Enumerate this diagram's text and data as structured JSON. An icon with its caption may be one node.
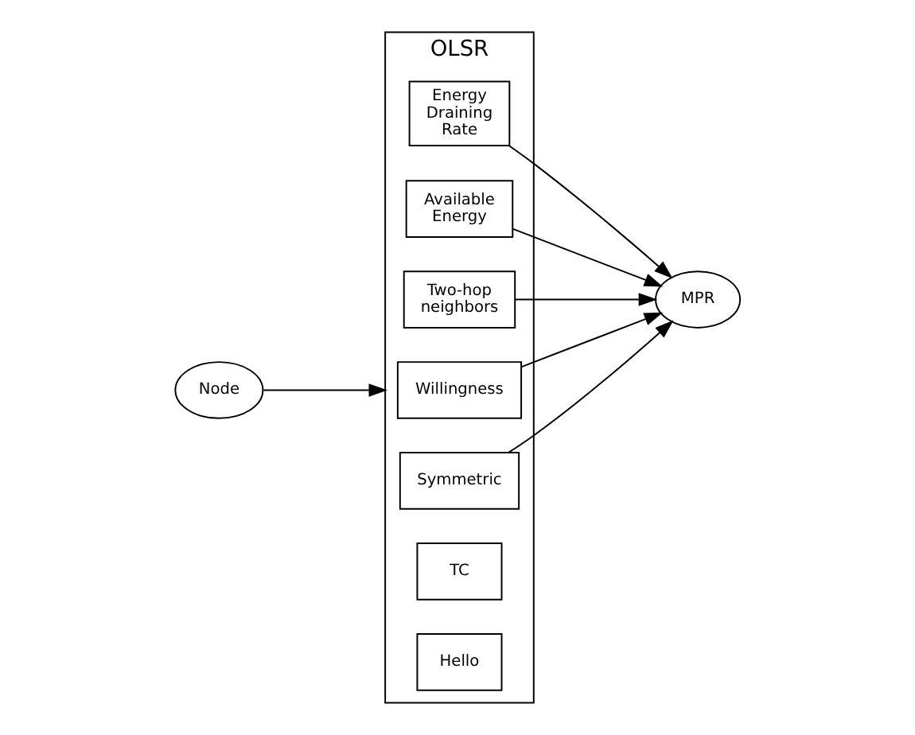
{
  "diagram": {
    "nodes": [
      {
        "text": [
          "OLSR"
        ]
      },
      {
        "text": [
          "Hello"
        ],
        "in": 0
      },
      {
        "text": [
          "TC"
        ],
        "in": 0
      },
      {
        "text": [
          "Symmetric"
        ],
        "in": 0
      },
      {
        "text": [
          "Willingness"
        ],
        "in": 0
      },
      {
        "text": [
          "Two-hop neighbors"
        ],
        "in": 0
      },
      {
        "text": [
          "Available Energy"
        ],
        "in": 0
      },
      {
        "text": [
          "Energy Draining Rate"
        ],
        "in": 0
      },
      {
        "text": [
          "Node"
        ]
      },
      {
        "text": [
          "MPR"
        ]
      }
    ],
    "edges": [
      {
        "from": 8,
        "to": 0,
        "arrow": "to"
      },
      {
        "from": 3,
        "to": 9,
        "arrow": "to"
      },
      {
        "from": 4,
        "to": 9,
        "arrow": "to"
      },
      {
        "from": 5,
        "to": 9,
        "arrow": "to"
      },
      {
        "from": 6,
        "to": 9,
        "arrow": "to"
      },
      {
        "from": 7,
        "to": 9,
        "arrow": "to"
      }
    ]
  }
}
